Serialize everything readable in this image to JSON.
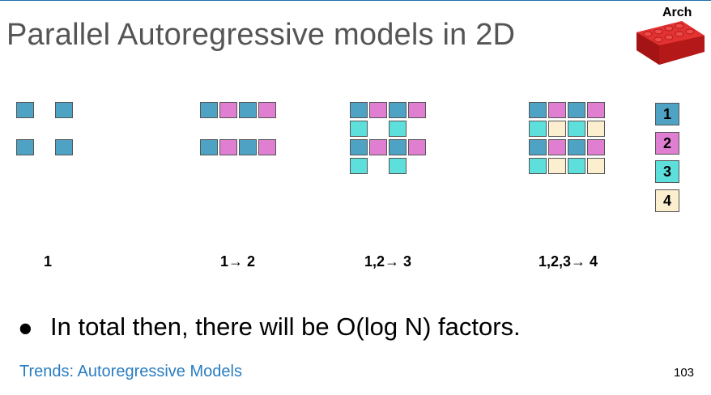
{
  "slide": {
    "title": "Parallel Autoregressive models in 2D",
    "tag": "Arch",
    "bullet": "In total then, there will be O(log N) factors.",
    "footer_link": "Trends: Autoregressive Models",
    "page_number": "103"
  },
  "colors": {
    "1": "#4ea2c3",
    "2": "#e07fd2",
    "3": "#5de0dc",
    "4": "#fcefcf"
  },
  "stages": [
    {
      "label": "1",
      "grid": [
        [
          1,
          0,
          1,
          0
        ],
        [
          0,
          0,
          0,
          0
        ],
        [
          1,
          0,
          1,
          0
        ],
        [
          0,
          0,
          0,
          0
        ]
      ]
    },
    {
      "label": "1→ 2",
      "grid": [
        [
          1,
          2,
          1,
          2
        ],
        [
          0,
          0,
          0,
          0
        ],
        [
          1,
          2,
          1,
          2
        ],
        [
          0,
          0,
          0,
          0
        ]
      ]
    },
    {
      "label": "1,2→ 3",
      "grid": [
        [
          1,
          2,
          1,
          2
        ],
        [
          3,
          0,
          3,
          0
        ],
        [
          1,
          2,
          1,
          2
        ],
        [
          3,
          0,
          3,
          0
        ]
      ]
    },
    {
      "label": "1,2,3→ 4",
      "grid": [
        [
          1,
          2,
          1,
          2
        ],
        [
          3,
          4,
          3,
          4
        ],
        [
          1,
          2,
          1,
          2
        ],
        [
          3,
          4,
          3,
          4
        ]
      ]
    }
  ],
  "legend": [
    "1",
    "2",
    "3",
    "4"
  ]
}
